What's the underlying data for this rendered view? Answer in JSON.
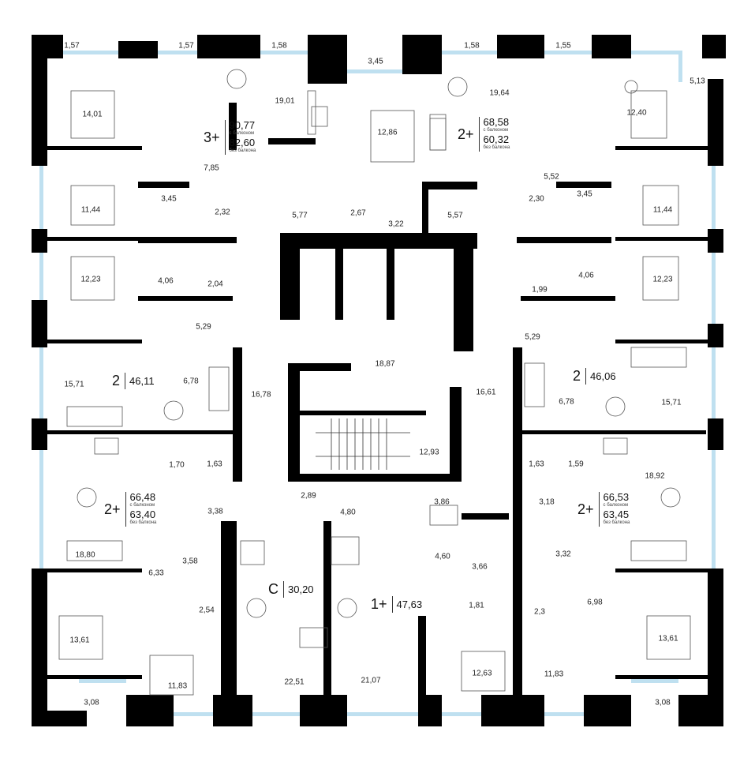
{
  "colors": {
    "wall": "#000000",
    "window": "#bfe0f0",
    "fixture": "#555555",
    "background": "#ffffff"
  },
  "areas": [
    "1,57",
    "1,57",
    "1,58",
    "3,45",
    "1,58",
    "1,55",
    "5,13",
    "14,01",
    "19,01",
    "12,86",
    "19,64",
    "12,40",
    "7,85",
    "11,44",
    "3,45",
    "2,32",
    "5,77",
    "2,67",
    "3,22",
    "5,57",
    "5,52",
    "2,30",
    "3,45",
    "11,44",
    "12,23",
    "4,06",
    "2,04",
    "1,99",
    "4,06",
    "12,23",
    "5,29",
    "5,29",
    "18,87",
    "15,71",
    "6,78",
    "16,78",
    "16,61",
    "6,78",
    "15,71",
    "12,93",
    "1,70",
    "1,63",
    "1,63",
    "1,59",
    "18,92",
    "2,89",
    "4,80",
    "3,86",
    "3,18",
    "18,80",
    "3,38",
    "3,58",
    "6,33",
    "4,60",
    "3,66",
    "3,32",
    "2,54",
    "1,81",
    "2,3",
    "6,98",
    "13,61",
    "13,61",
    "12,63",
    "11,83",
    "11,83",
    "22,51",
    "21,07",
    "3,08",
    "3,08"
  ],
  "apartments": [
    {
      "type": "3+",
      "v1": "90,77",
      "s1": "с балконом",
      "v2": "82,60",
      "s2": "без балкона"
    },
    {
      "type": "2+",
      "v1": "68,58",
      "s1": "с балконом",
      "v2": "60,32",
      "s2": "без балкона"
    },
    {
      "type": "2",
      "v1": "46,11"
    },
    {
      "type": "2",
      "v1": "46,06"
    },
    {
      "type": "2+",
      "v1": "66,48",
      "s1": "с балконом",
      "v2": "63,40",
      "s2": "без балкона"
    },
    {
      "type": "2+",
      "v1": "66,53",
      "s1": "с балконом",
      "v2": "63,45",
      "s2": "без балкона"
    },
    {
      "type": "С",
      "v1": "30,20"
    },
    {
      "type": "1+",
      "v1": "47,63"
    }
  ]
}
